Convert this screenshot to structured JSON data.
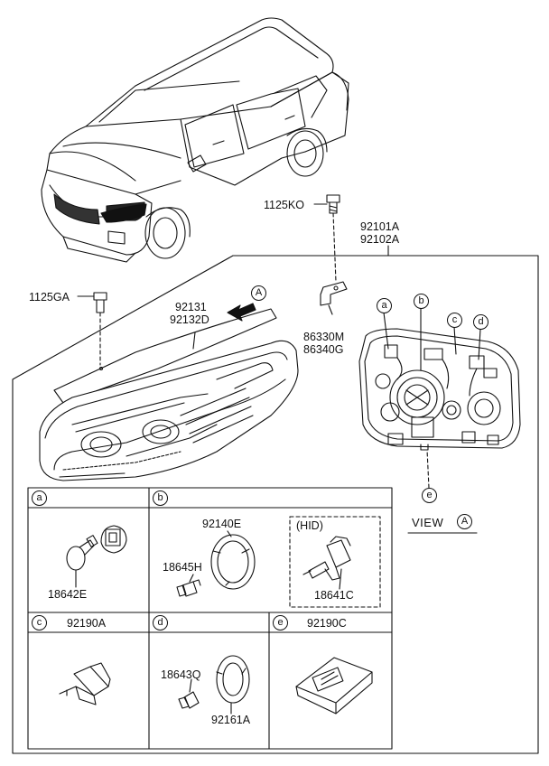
{
  "labels": {
    "bolt_top": "1125KO",
    "assembly_lh": "92101A",
    "assembly_rh": "92102A",
    "bolt_left": "1125GA",
    "trim_lh": "92131",
    "trim_rh": "92132D",
    "bracket_lh": "86330M",
    "bracket_rh": "86340G",
    "view_ref": "A",
    "view_text": "VIEW",
    "view_letter": "A"
  },
  "callouts": [
    "a",
    "b",
    "c",
    "d",
    "e"
  ],
  "table": {
    "cell_a": {
      "key": "a",
      "part": "18642E"
    },
    "cell_b": {
      "key": "b",
      "ring": "92140E",
      "bulb": "18645H",
      "hid_title": "(HID)",
      "hid_part": "18641C"
    },
    "cell_c": {
      "key": "c",
      "title": "92190A"
    },
    "cell_d": {
      "key": "d",
      "bulb": "18643Q",
      "ring": "92161A"
    },
    "cell_e": {
      "key": "e",
      "title": "92190C"
    }
  },
  "colors": {
    "line": "#111111",
    "background": "#ffffff"
  }
}
